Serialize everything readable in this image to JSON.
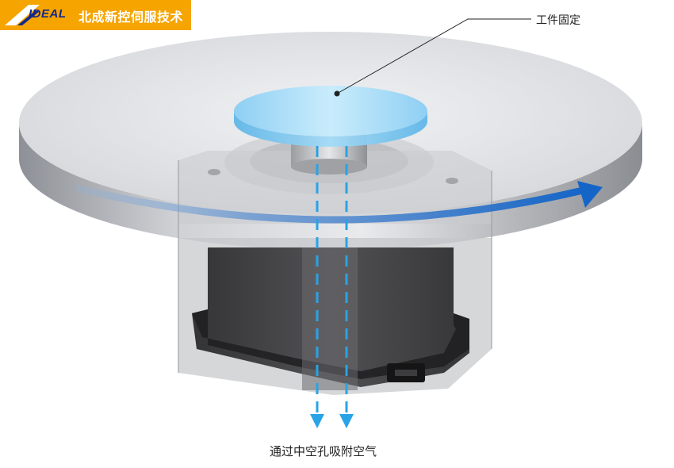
{
  "brand": {
    "logo_text": "IDEAL",
    "title": "北成新控伺服技术"
  },
  "labels": {
    "workpiece": "工件固定",
    "airflow": "通过中空孔吸附空气"
  },
  "colors": {
    "brand_bg": "#f6a400",
    "logo_blue": "#13288a",
    "arrow_blue": "#1565c8",
    "dash_blue": "#29a3e6",
    "workpiece_blue": "#a9dcf6",
    "motor_dark": "#3a3a3c",
    "table_top": "#e3e5e9"
  },
  "icons": {
    "brand_logo": "ideal-logo-icon",
    "rotation": "rotation-arrow-icon",
    "air_flow": "air-flow-arrow-icon"
  }
}
